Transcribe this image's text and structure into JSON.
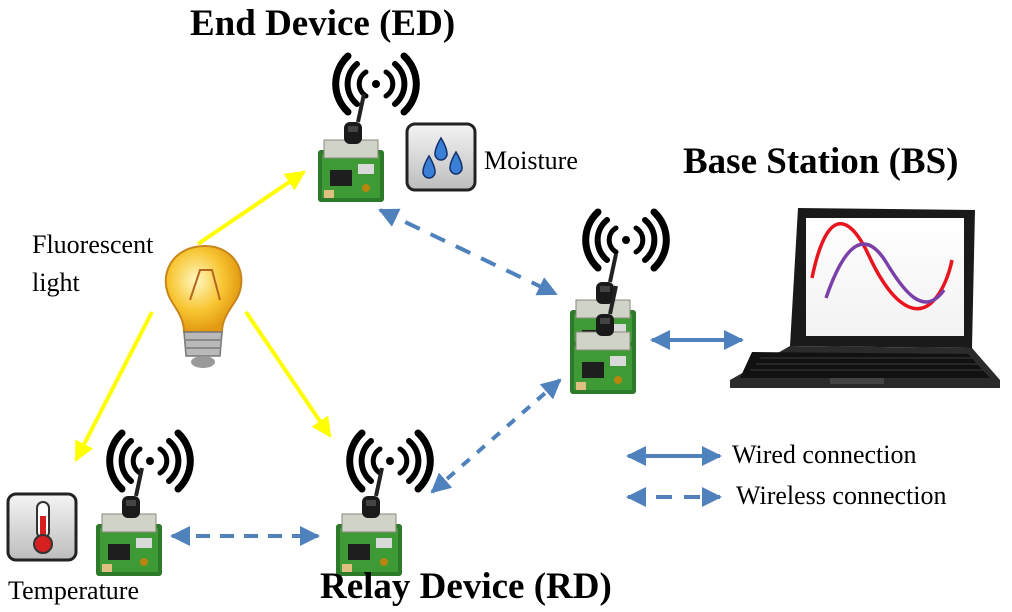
{
  "nodes": {
    "end_device": "End Device (ED)",
    "base_station": "Base Station (BS)",
    "relay_device": "Relay Device (RD)"
  },
  "sensors": {
    "moisture": "Moisture",
    "temperature": "Temperature",
    "light_line1": "Fluorescent",
    "light_line2": "light"
  },
  "legend": {
    "wired": "Wired connection",
    "wireless": "Wireless connection"
  },
  "colors": {
    "arrow_blue": "#4f81bd",
    "light_arrow_yellow": "#ffff00",
    "curve_red": "#e8141e",
    "curve_purple": "#7a3fa8"
  }
}
